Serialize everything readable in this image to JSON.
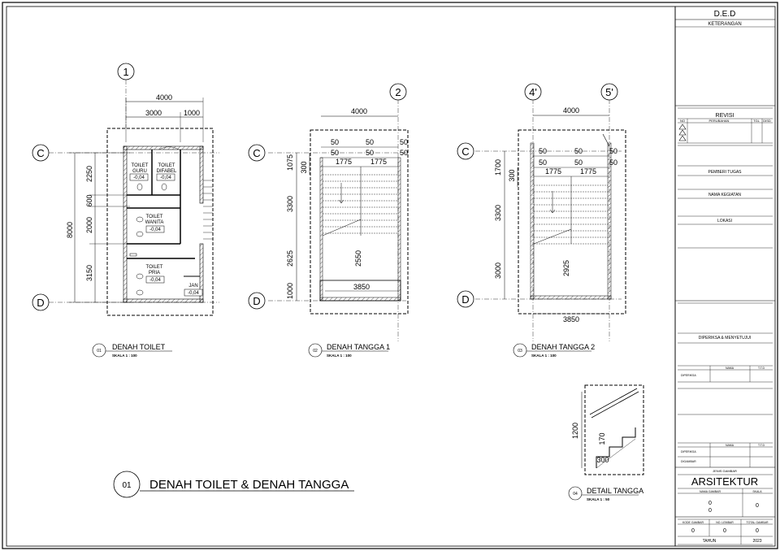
{
  "title_block": {
    "project_code": "D.E.D",
    "keterangan": "KETERANGAN",
    "revisi": "REVISI",
    "revisi_no": "NO",
    "revisi_perubahan": "PERUBAHAN",
    "revisi_tgl": "TGL",
    "revisi_disd": "DISD",
    "pemberi_tugas": "PEMBERI TUGAS",
    "nama_kegiatan": "NAMA KEGIATAN",
    "lokasi": "LOKASI",
    "diperiksa": "DIPERIKSA & MENYETUJUI",
    "ttd_nama": "NAMA",
    "ttd_ttd": "T.T.D",
    "diperiksa_label": "DIPERIKSA",
    "digambar_label": "DIGAMBAR",
    "jenis_gambar": "JENIS GAMBAR",
    "jenis_value": "ARSITEKTUR",
    "nama_gambar": "NAMA GAMBAR",
    "skala": "SKALA",
    "nama_gambar_v1": "0",
    "nama_gambar_v2": "0",
    "skala_value": "0",
    "kode_gambar": "KODE GAMBAR",
    "no_lembar": "NO. LEMBAR",
    "total_gambar": "TOTAL GAMBAR",
    "kode_value": "0",
    "lembar_value": "0",
    "total_value": "0",
    "tahun": "TAHUN",
    "tahun_value": "2023"
  },
  "main_title": {
    "number": "01",
    "text": "DENAH TOILET & DENAH TANGGA"
  },
  "drawings": {
    "toilet": {
      "num": "01",
      "title": "DENAH TOILET",
      "scale": "SKALA 1 : 100",
      "grid_1": "1",
      "grid_c": "C",
      "grid_d": "D",
      "dim_top": "4000",
      "dim_a": "3000",
      "dim_b": "1000",
      "dim_left_total": "8000",
      "dim_l1": "2250",
      "dim_l2": "600",
      "dim_l3": "2000",
      "dim_l4": "3150",
      "room1": "TOILET",
      "room1b": "GURU",
      "room2": "TOILET",
      "room2b": "DIFABEL",
      "room3": "TOILET",
      "room3b": "WANITA",
      "room4": "TOILET",
      "room4b": "PRIA",
      "room5": "JAN",
      "lvl": "-0,04"
    },
    "stair1": {
      "num": "02",
      "title": "DENAH TANGGA 1",
      "scale": "SKALA 1 : 100",
      "grid_2": "2",
      "grid_c": "C",
      "grid_d": "D",
      "dim_top": "4000",
      "d50": "50",
      "d1775": "1775",
      "dim_l1": "1075",
      "dim_l2": "300",
      "dim_l3": "3300",
      "dim_l4": "2625",
      "dim_l5": "1000",
      "dim_mid": "2550",
      "dim_bot": "3850"
    },
    "stair2": {
      "num": "03",
      "title": "DENAH TANGGA 2",
      "scale": "SKALA 1 : 100",
      "grid_4": "4'",
      "grid_5": "5'",
      "grid_c": "C",
      "grid_d": "D",
      "dim_top": "4000",
      "d50": "50",
      "d1775": "1775",
      "dim_l1": "1700",
      "dim_l2": "300",
      "dim_l3": "3300",
      "dim_l4": "3000",
      "dim_mid": "2925",
      "dim_bot": "3850"
    },
    "detail": {
      "num": "04",
      "title": "DETAIL TANGGA",
      "scale": "SKALA 1 : 50",
      "dim_h": "1200",
      "dim_riser": "170",
      "dim_tread": "300"
    }
  }
}
